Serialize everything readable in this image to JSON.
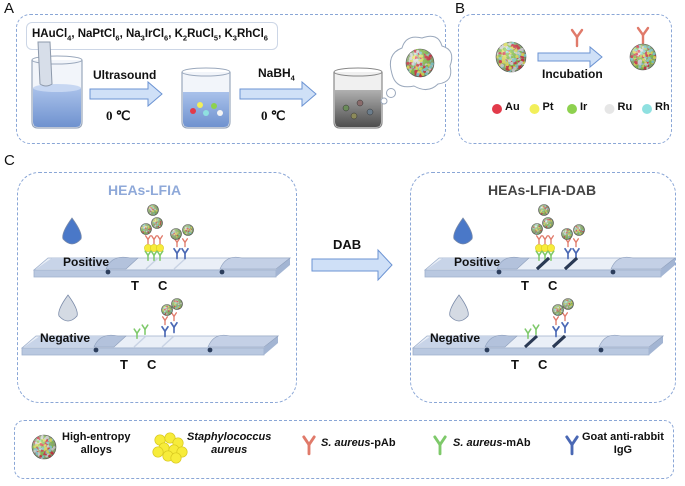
{
  "panels": {
    "a": "A",
    "b": "B",
    "c": "C"
  },
  "panel_a": {
    "precursors": "HAuCl4, NaPtCl6, Na3IrCl6, K2RuCl5, K3RhCl6",
    "step1_label": "Ultrasound",
    "step1_temp": "0 ℃",
    "step2_label": "NaBH4",
    "step2_temp": "0 ℃"
  },
  "panel_b": {
    "step_label": "Incubation",
    "elements": [
      {
        "name": "Au",
        "color": "#e23a4a"
      },
      {
        "name": "Pt",
        "color": "#f2ef5a"
      },
      {
        "name": "Ir",
        "color": "#8ed14f"
      },
      {
        "name": "Ru",
        "color": "#e6e6e6"
      },
      {
        "name": "Rh",
        "color": "#8fe0e0"
      }
    ]
  },
  "panel_c": {
    "left_title": "HEAs-LFIA",
    "right_title": "HEAs-LFIA-DAB",
    "arrow_label": "DAB",
    "positive": "Positive",
    "negative": "Negative",
    "t_line": "T",
    "c_line": "C"
  },
  "legend": {
    "hea": [
      "High-entropy",
      "alloys"
    ],
    "staph": [
      "Staphylococcus",
      "aureus"
    ],
    "pab_italic": "S. aureus",
    "pab_suffix": "-pAb",
    "mab_italic": "S. aureus",
    "mab_suffix": "-mAb",
    "goat": [
      "Goat anti-rabbit",
      "IgG"
    ]
  },
  "colors": {
    "frame": "#8aa6d6",
    "arrow": "#8fb2e6",
    "strip_top": "#e9eef6",
    "strip_side": "#b5c5de",
    "drop_blue": "#4a78c8",
    "drop_grey": "#cfd6e0",
    "title_left": "#8fa9d9"
  }
}
